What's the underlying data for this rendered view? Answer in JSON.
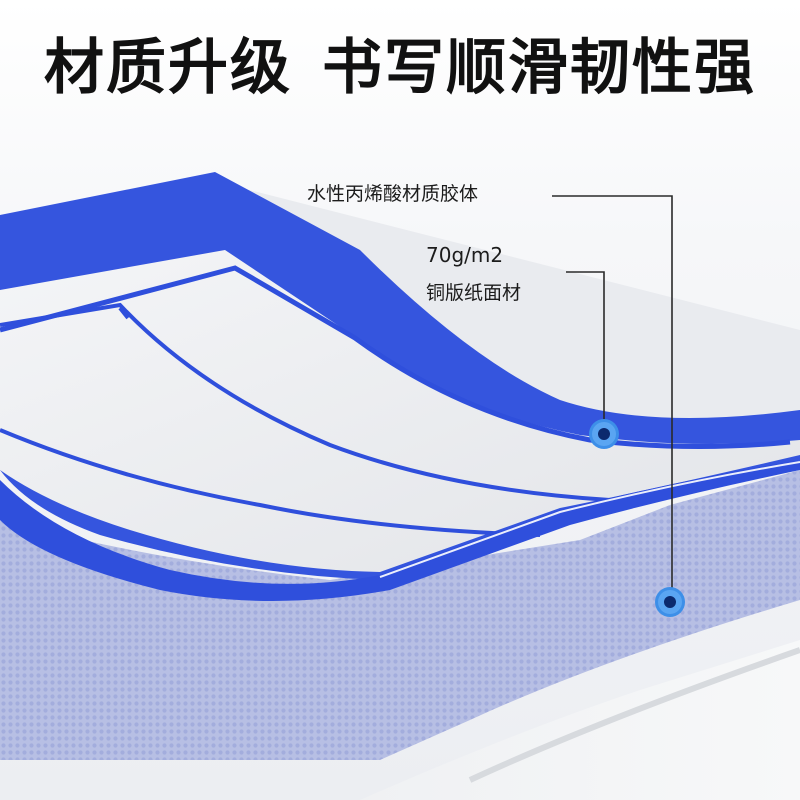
{
  "headline": {
    "part1": "材质升级",
    "part2": "书写顺滑韧性强"
  },
  "callouts": {
    "adhesive": "水性丙烯酸材质胶体",
    "paper_weight": "70g/m2",
    "paper_material": "铜版纸面材"
  },
  "colors": {
    "accent_blue": "#2f4fdc",
    "marker_blue": "#3d8fe8",
    "marker_dot": "#0b2a6e",
    "text": "#111111"
  }
}
